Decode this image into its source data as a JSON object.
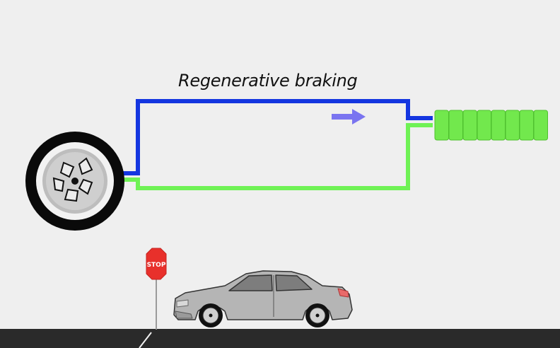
{
  "diagram": {
    "title": "Regenerative braking",
    "stop_sign_text": "STOP",
    "colors": {
      "background": "#efefef",
      "wire_positive": "#1436e0",
      "wire_negative": "#6ff255",
      "flow_arrow": "#7a74f0",
      "battery_cell": "#72e84d",
      "tire": "#0a0a0a",
      "rim": "#bdbdbd",
      "road": "#2a2a2a",
      "car_body": "#b5b5b5",
      "stop_sign": "#e8302b"
    },
    "battery": {
      "cells": 8
    },
    "icons": {
      "wheel": "wheel-icon",
      "battery": "battery-icon",
      "arrow": "arrow-right-icon",
      "car": "car-icon",
      "stop": "stop-sign-icon"
    }
  }
}
